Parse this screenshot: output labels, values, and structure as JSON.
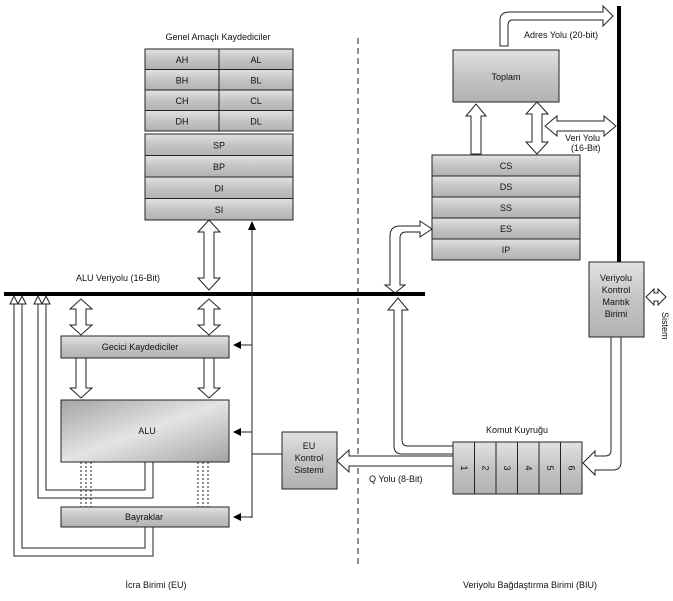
{
  "labels": {
    "general_registers": "Genel Amaçlı Kaydediciler",
    "address_bus": "Adres Yolu (20-bit)",
    "sum": "Toplam",
    "data_bus_1": "Veri Yolu",
    "data_bus_2": "(16-Bit)",
    "alu_bus": "ALU Veriyolu (16-Bit)",
    "temp_registers": "Gecici Kaydediciler",
    "alu": "ALU",
    "flags": "Bayraklar",
    "eu_control_1": "EU",
    "eu_control_2": "Kontrol",
    "eu_control_3": "Sistemi",
    "q_bus": "Q Yolu (8-Bit)",
    "instruction_queue": "Komut Kuyruğu",
    "bus_control_1": "Veriyolu",
    "bus_control_2": "Kontrol",
    "bus_control_3": "Mantık",
    "bus_control_4": "Birimi",
    "system": "Sistem",
    "execution_unit": "İcra Birimi (EU)",
    "biu": "Veriyolu Bağdaştırma Birimi (BIU)"
  },
  "general_registers": [
    [
      "AH",
      "AL"
    ],
    [
      "BH",
      "BL"
    ],
    [
      "CH",
      "CL"
    ],
    [
      "DH",
      "DL"
    ]
  ],
  "pointer_registers": [
    "SP",
    "BP",
    "DI",
    "SI"
  ],
  "segment_registers": [
    "CS",
    "DS",
    "SS",
    "ES",
    "IP"
  ],
  "queue_slots": [
    "1",
    "2",
    "3",
    "4",
    "5",
    "6"
  ]
}
